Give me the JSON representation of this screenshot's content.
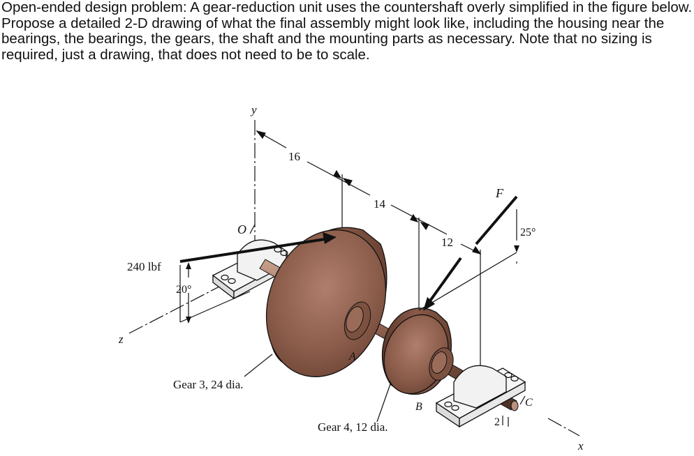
{
  "problem": {
    "text": "Open-ended design problem: A gear-reduction unit uses the countershaft overly simplified in the figure below. Propose a detailed 2-D drawing of what the final assembly might look like, including the housing near the bearings, the bearings, the gears, the shaft and the mounting parts as necessary. Note that no sizing is required, just a drawing, that does not need to be to scale."
  },
  "figure": {
    "axis_y": "y",
    "axis_z": "z",
    "axis_x": "x",
    "point_o": "O",
    "point_a": "A",
    "point_b": "B",
    "point_c": "C",
    "dim_16": "16",
    "dim_14": "14",
    "dim_12": "12",
    "dim_2": "2",
    "force_240": "240 lbf",
    "angle_20": "20°",
    "force_f": "F",
    "angle_25": "25°",
    "gear3_label": "Gear 3, 24 dia.",
    "gear4_label": "Gear 4, 12 dia."
  },
  "colors": {
    "gear_body": "#7a4f3f",
    "gear_face": "#9c6c5a",
    "gear_highlight": "#c79a88",
    "bearing_white": "#f4f4f4",
    "line": "#111111"
  }
}
